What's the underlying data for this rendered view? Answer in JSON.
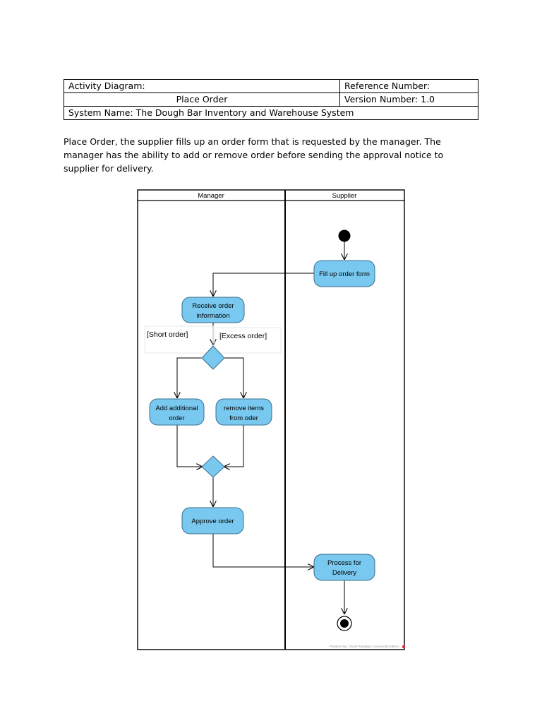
{
  "header": {
    "activity_label": "Activity Diagram:",
    "activity_name": "Place Order",
    "reference_label": "Reference Number:",
    "version_label": "Version Number: 1.0",
    "system_name": "System Name: The Dough Bar Inventory and Warehouse System"
  },
  "description": "Place Order, the supplier fills up an order form that is requested by the manager. The manager has the ability to add or remove order before sending the approval notice to supplier for delivery.",
  "diagram": {
    "lanes": {
      "manager": "Manager",
      "supplier": "Supplier"
    },
    "nodes": {
      "fill_form": [
        "Fill up order form"
      ],
      "receive_order": [
        "Receive order",
        "information"
      ],
      "add_order": [
        "Add additional",
        "order"
      ],
      "remove_items": [
        "remove items",
        "from oder"
      ],
      "approve": [
        "Approve order"
      ],
      "process_delivery": [
        "Process for",
        "Delivery"
      ]
    },
    "guards": {
      "short": "[Short order]",
      "excess": "[Excess order]"
    },
    "footer": "Powered By: Visual Paradigm Community Edition",
    "colors": {
      "node_fill": "#79c8ef",
      "node_stroke": "#3b6e8f",
      "lane_line": "#000000",
      "watermark_dot": "#e03030"
    }
  }
}
